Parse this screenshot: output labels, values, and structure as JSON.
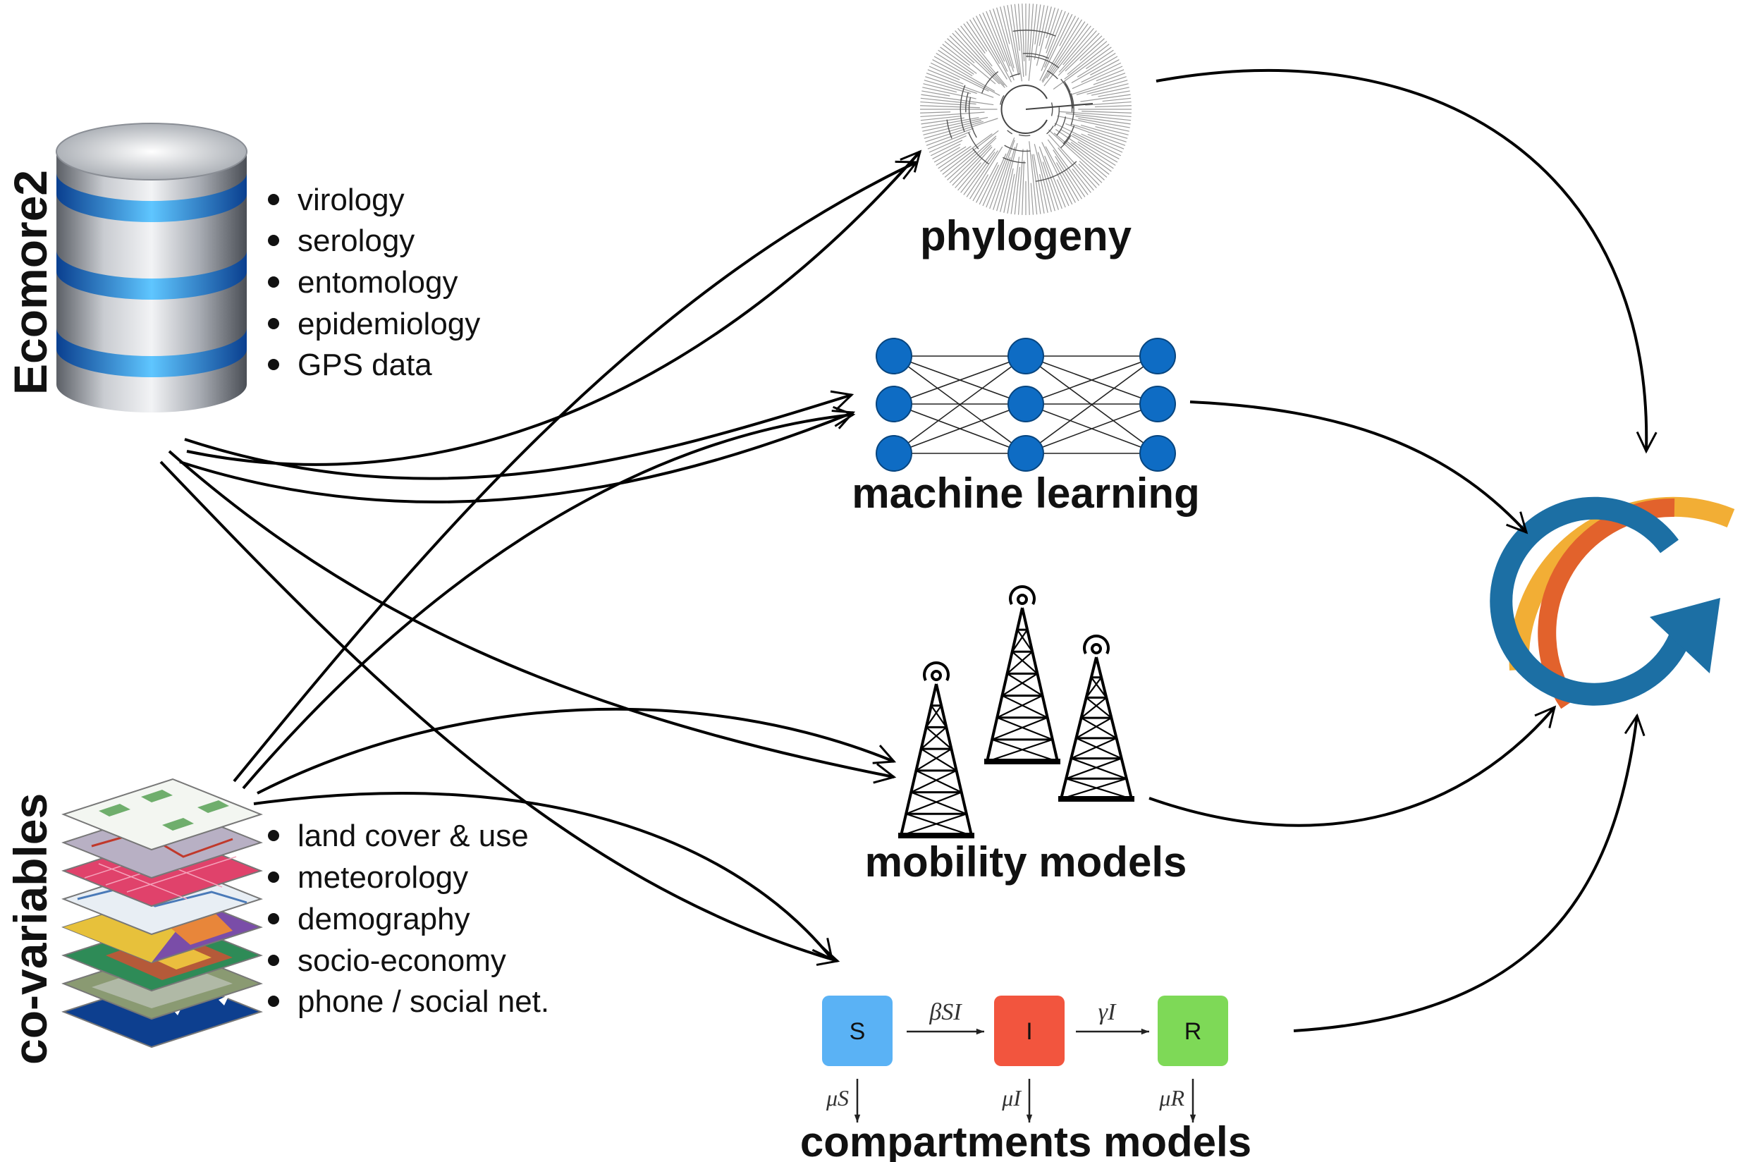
{
  "sources": {
    "database": {
      "title": "Ecomore2",
      "items": [
        "virology",
        "serology",
        "entomology",
        "epidemiology",
        "GPS data"
      ]
    },
    "covariables": {
      "title": "co-variables",
      "items": [
        "land cover & use",
        "meteorology",
        "demography",
        "socio-economy",
        "phone / social net."
      ]
    }
  },
  "methods": {
    "phylogeny": "phylogeny",
    "machine_learning": "machine learning",
    "mobility": "mobility models",
    "compartments": {
      "title": "compartments models",
      "states": [
        "S",
        "I",
        "R"
      ],
      "transitions": [
        "βSI",
        "γI"
      ],
      "outflows": [
        "μS",
        "μI",
        "μR"
      ]
    }
  },
  "colors": {
    "ring_outer": "#F2AE35",
    "ring_middle": "#E2622C",
    "ring_inner": "#1C6FA4",
    "state_S": "#5AB2F5",
    "state_I": "#F2553E",
    "state_R": "#7ED957",
    "nn_node": "#0E6CC4",
    "db_glow": "#1E90FF"
  },
  "icons": {
    "database": "database-stack-icon",
    "layers": "map-layers-icon",
    "tree": "phylogenetic-tree-icon",
    "network": "neural-network-icon",
    "towers": "radio-tower-icon",
    "logo": "circular-g-logo-icon"
  }
}
